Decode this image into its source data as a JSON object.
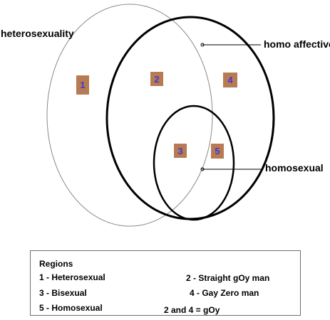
{
  "sets": {
    "heterosexuality": "heterosexuality",
    "homo_affective": "homo affective",
    "homosexual": "homosexual"
  },
  "regions": {
    "r1": "1",
    "r2": "2",
    "r3": "3",
    "r4": "4",
    "r5": "5"
  },
  "legend": {
    "title": "Regions",
    "items": [
      "1 - Heterosexual",
      "3 - Bisexual",
      "5 - Homosexual",
      "2 - Straight gOy man",
      "4 - Gay Zero man"
    ],
    "note": "2 and 4 = gOy"
  },
  "colors": {
    "region_fill": "#b87a52",
    "region_number": "#3a3ad6",
    "thin_outline": "#8a8a8a",
    "thick_outline": "#000000"
  }
}
